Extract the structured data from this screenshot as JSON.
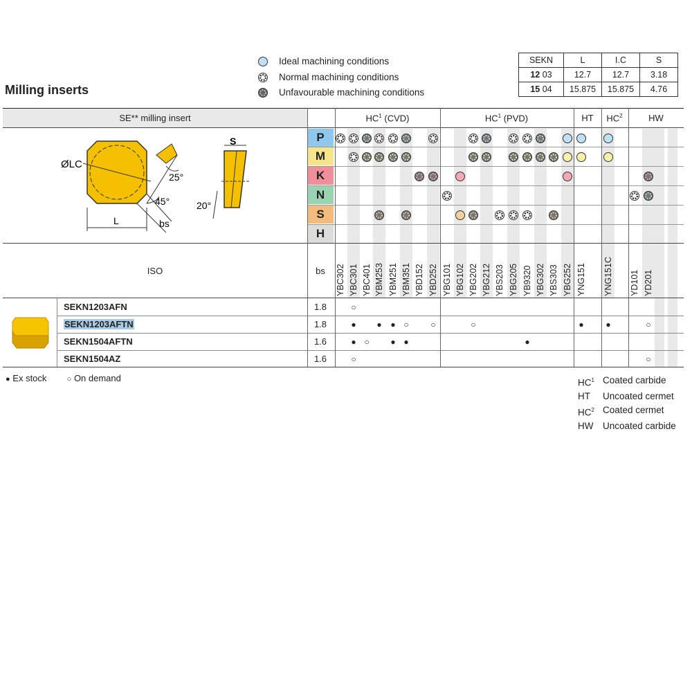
{
  "title": "Milling inserts",
  "legend": [
    {
      "icon": "ideal-icon",
      "label": "Ideal machining conditions"
    },
    {
      "icon": "normal-icon",
      "label": "Normal machining conditions"
    },
    {
      "icon": "unfavourable-icon",
      "label": "Unfavourable machining conditions"
    }
  ],
  "dims": {
    "headers": [
      "SEKN",
      "L",
      "I.C",
      "S"
    ],
    "rows": [
      {
        "code_bold": "12",
        "code_rest": "03",
        "L": "12.7",
        "IC": "12.7",
        "S": "3.18"
      },
      {
        "code_bold": "15",
        "code_rest": "04",
        "L": "15.875",
        "IC": "15.875",
        "S": "4.76"
      }
    ]
  },
  "table": {
    "insert_header": "SE** milling insert",
    "group_hc_cvd": "HC",
    "group_hc_cvd_sup": "1",
    "group_hc_cvd_suffix": " (CVD)",
    "group_hc_pvd": "HC",
    "group_hc_pvd_sup": "1",
    "group_hc_pvd_suffix": " (PVD)",
    "group_ht": "HT",
    "group_hc2": "HC",
    "group_hc2_sup": "2",
    "group_hw": "HW",
    "materials": [
      {
        "label": "P",
        "color": "#8fc8ec"
      },
      {
        "label": "M",
        "color": "#f6e58a"
      },
      {
        "label": "K",
        "color": "#ef8f9b"
      },
      {
        "label": "N",
        "color": "#99d3b1"
      },
      {
        "label": "S",
        "color": "#f3bb7e"
      },
      {
        "label": "H",
        "color": "#dcdcdc"
      }
    ],
    "iso_label": "ISO",
    "bs_label": "bs",
    "grades": [
      "YBC302",
      "YBC301",
      "YBC401",
      "YBM253",
      "YBM251",
      "YBM351",
      "YBD152",
      "YBD252",
      "YBG101",
      "YBG102",
      "YBG202",
      "YBG212",
      "YBS203",
      "YBG205",
      "YB9320",
      "YBG302",
      "YBS303",
      "YBG252",
      "YNG151",
      "YNG151C",
      "YD101",
      "YD201"
    ],
    "inserts": [
      {
        "name": "SEKN1203AFN",
        "bs": "1.8"
      },
      {
        "name": "SEKN1203AFTN",
        "bs": "1.8"
      },
      {
        "name": "SEKN1504AFTN",
        "bs": "1.6"
      },
      {
        "name": "SEKN1504AZ",
        "bs": "1.6"
      }
    ],
    "diagram_labels": {
      "lc": "ØLC",
      "a25": "25°",
      "a45": "45°",
      "l": "L",
      "bs": "bs",
      "s": "S",
      "a20": "20°"
    }
  },
  "availability": {
    "ex_stock": "Ex stock",
    "on_demand": "On demand",
    "ex_mark": "●",
    "od_mark": "○"
  },
  "codes": [
    {
      "k": "HC",
      "sup": "1",
      "v": "Coated carbide"
    },
    {
      "k": "HT",
      "sup": "",
      "v": "Uncoated cermet"
    },
    {
      "k": "HC",
      "sup": "2",
      "v": "Coated cermet"
    },
    {
      "k": "HW",
      "sup": "",
      "v": "Uncoated carbide"
    }
  ]
}
